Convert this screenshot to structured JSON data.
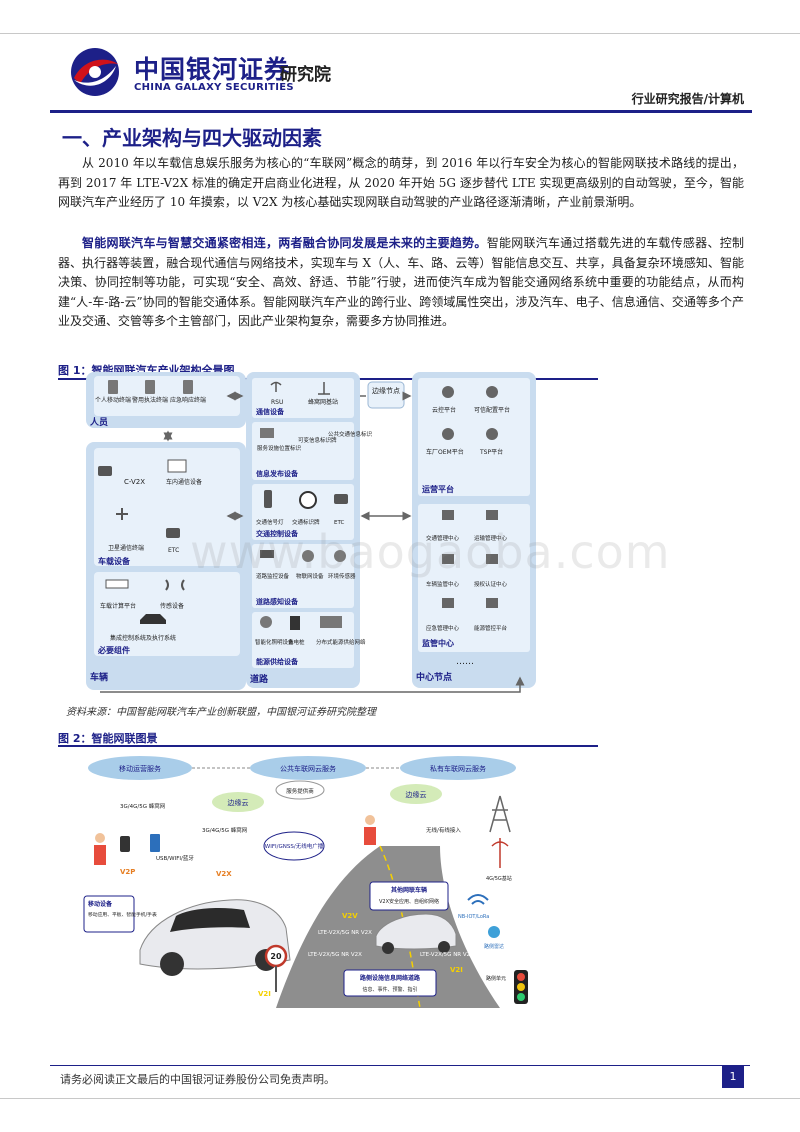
{
  "header": {
    "logo_cn": "中国银河证券",
    "logo_institute": "研究院",
    "logo_en": "CHINA GALAXY SECURITIES",
    "report_type": "行业研究报告/计算机"
  },
  "section_title": "一、产业架构与四大驱动因素",
  "paragraph1": "从 2010 年以车载信息娱乐服务为核心的“车联网”概念的萌芽，到 2016 年以行车安全为核心的智能网联技术路线的提出，再到 2017 年 LTE-V2X 标准的确定开启商业化进程，从 2020 年开始 5G 逐步替代 LTE 实现更高级别的自动驾驶，至今，智能网联汽车产业经历了 10 年摸索，以 V2X 为核心基础实现网联自动驾驶的产业路径逐渐清晰，产业前景渐明。",
  "paragraph2": {
    "bold": "智能网联汽车与智慧交通紧密相连，两者融合协同发展是未来的主要趋势。",
    "text": "智能网联汽车通过搭载先进的车载传感器、控制器、执行器等装置，融合现代通信与网络技术，实现车与 X（人、车、路、云等）智能信息交互、共享，具备复杂环境感知、智能决策、协同控制等功能，可实现“安全、高效、舒适、节能”行驶，进而使汽车成为智能交通网络系统中重要的功能结点，从而构建“人-车-路-云”协同的智能交通体系。智能网联汽车产业的跨行业、跨领域属性突出，涉及汽车、电子、信息通信、交通等多个产业及交通、交管等多个主管部门，因此产业架构复杂，需要多方协同推进。"
  },
  "figure1": {
    "caption": "图 1：智能网联汽车产业架构全景图",
    "person": {
      "title": "人员",
      "items": [
        "个人移动终端",
        "警用执法终端",
        "应急响应终端"
      ]
    },
    "vehicle": {
      "title": "车辆",
      "onboard": {
        "title": "车载设备",
        "items": [
          "C-V2X",
          "车内通信设备",
          "卫星通信终端",
          "ETC"
        ]
      },
      "required": {
        "title": "必要组件",
        "items": [
          "车载计算平台",
          "传感设备",
          "集成控制系统及执行系统"
        ]
      }
    },
    "road": {
      "title": "道路",
      "comm": {
        "title": "通信设备",
        "items": [
          "RSU",
          "蜂窝网基站"
        ]
      },
      "info": {
        "title": "信息发布设备",
        "items": [
          "服务设施位置标识",
          "可变信息标识牌",
          "公共交通信息标识"
        ]
      },
      "traffic": {
        "title": "交通控制设备",
        "items": [
          "交通信号灯",
          "交通标识牌",
          "ETC"
        ]
      },
      "sense": {
        "title": "道路感知设备",
        "items": [
          "道路监控设备",
          "物联网设备",
          "环境传感器"
        ]
      },
      "energy": {
        "title": "能源供给设备",
        "items": [
          "智能化照明设备",
          "充电桩",
          "分布式能源供给网络"
        ]
      }
    },
    "edge_node": "边缘节点",
    "center": {
      "title": "中心节点",
      "ops": {
        "title": "运营平台",
        "items": [
          "云控平台",
          "可信配置平台",
          "车厂OEM平台",
          "TSP平台"
        ]
      },
      "reg": {
        "title": "监管中心",
        "items": [
          "交通管理中心",
          "运输管理中心",
          "车辆监管中心",
          "授权认证中心",
          "应急管理中心",
          "能源管控平台"
        ]
      },
      "more": "……"
    }
  },
  "source": "资料来源：中国智能网联汽车产业创新联盟，中国银河证券研究院整理",
  "figure2": {
    "caption": "图 2：智能网联图景",
    "clouds": [
      "移动运营服务",
      "公共车联网云服务",
      "私有车联网云服务"
    ],
    "edge_cloud": "边缘云",
    "third_party": "服务提供商",
    "labels": {
      "cellular": "3G/4G/5G 蜂窝网",
      "cellular2": "3G/4G/5G 蜂窝网",
      "usb": "USB/WIFI/蓝牙",
      "wifi": "WIFI/GNSS/无线电广播",
      "wired": "无线/有线接入",
      "base4g5g": "4G/5G基站",
      "nbiot": "NB-IOT/LoRa",
      "sensor": "路侧雷达",
      "roadside_unit": "路侧单元",
      "v2p": "V2P",
      "v2x": "V2X",
      "v2v": "V2V",
      "v2i": "V2I",
      "lte1": "LTE-V2X/5G NR V2X",
      "lte2": "LTE-V2X/5G NR V2X",
      "lte3": "LTE-V2X/5G NR V2X",
      "speed": "20"
    },
    "mobile_box": {
      "title": "移动设备",
      "text": "移动应用、平板、智能手机/手表"
    },
    "other_car": {
      "title": "其他网联车辆",
      "text": "V2X安全应用、自组织网络"
    },
    "roadside_box": {
      "title": "路侧设施信息网络道路",
      "text": "信息、事件、预警、指引"
    }
  },
  "watermark": "www.baogaoba.com",
  "footer": {
    "disclaimer": "请务必阅读正文最后的中国银河证券股份公司免责声明。",
    "page": "1"
  },
  "colors": {
    "brand": "#1d2088",
    "panel": "#c9dcef",
    "inner": "#e8f1fa",
    "logo_red": "#d0121b"
  }
}
